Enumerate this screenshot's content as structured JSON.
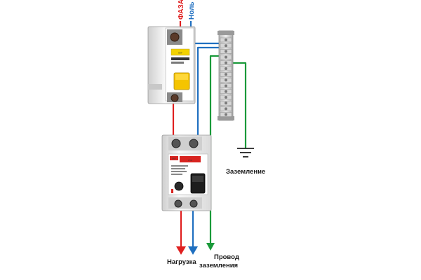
{
  "labels": {
    "phase": "ФАЗА",
    "neutral": "Ноль",
    "ground": "Заземление",
    "load": "Нагрузка",
    "ground_wire_line1": "Провод",
    "ground_wire_line2": "заземления"
  },
  "device_text": {
    "breaker_brand": "EKF",
    "rcd_brand": "EKF",
    "rcd_model": "УЗО"
  },
  "colors": {
    "phase": "#e02020",
    "neutral": "#1f6fc0",
    "ground": "#1a9a3a",
    "handle": "#f5c400",
    "ground_symbol": "#222222"
  },
  "icons": {
    "ground_symbol": "ground-symbol-icon",
    "arrows": "arrow-down-icon"
  }
}
